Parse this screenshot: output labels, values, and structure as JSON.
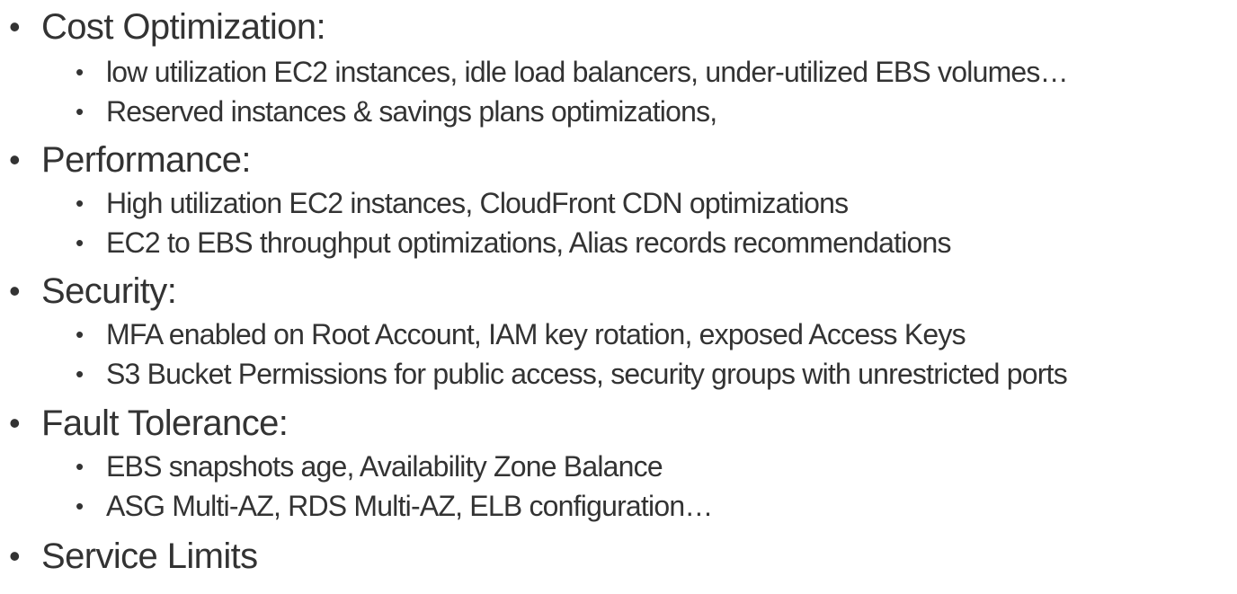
{
  "bullet_glyph": "•",
  "sections": [
    {
      "heading": "Cost Optimization:",
      "items": [
        "low utilization EC2 instances, idle load balancers, under-utilized EBS volumes…",
        "Reserved instances & savings plans optimizations,"
      ]
    },
    {
      "heading": "Performance:",
      "items": [
        "High utilization EC2 instances, CloudFront CDN optimizations",
        "EC2 to EBS throughput optimizations, Alias records recommendations"
      ]
    },
    {
      "heading": "Security:",
      "items": [
        "MFA enabled on Root Account, IAM key rotation, exposed Access Keys",
        "S3 Bucket Permissions for public access, security groups with unrestricted ports"
      ]
    },
    {
      "heading": "Fault Tolerance:",
      "items": [
        "EBS snapshots age, Availability Zone Balance",
        "ASG Multi-AZ, RDS Multi-AZ, ELB configuration…"
      ]
    },
    {
      "heading": "Service Limits",
      "items": []
    }
  ]
}
